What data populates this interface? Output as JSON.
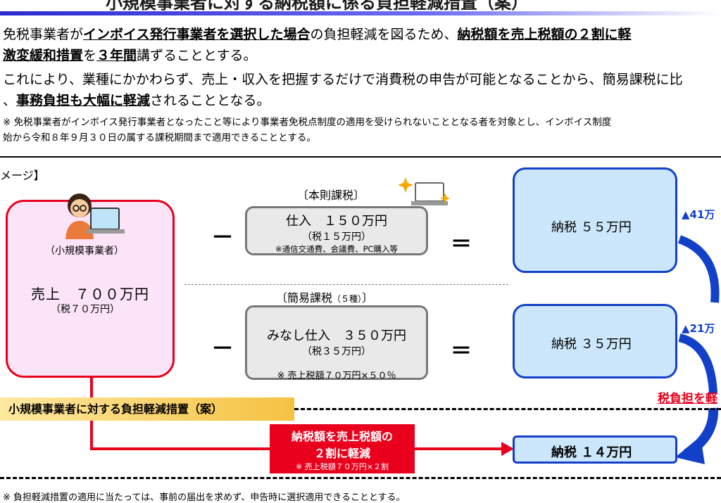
{
  "title": "小規模事業者に対する納税額に係る負担軽減措置（案）",
  "para1": {
    "line1_a": "免税事業者が",
    "line1_b": "インボイス発行事業者を選択した場合",
    "line1_c": "の負担軽減を図るため、",
    "line1_d": "納税額を売上税額の２割に軽",
    "line2_a": "激変緩和措置",
    "line2_b": "を",
    "line2_c": "３年間",
    "line2_d": "講ずることとする。"
  },
  "para2": {
    "line1": "これにより、業種にかかわらず、売上・収入を把握するだけで消費税の申告が可能となることから、簡易課税に比",
    "line2_a": "、",
    "line2_b": "事務負担も大幅に軽減",
    "line2_c": "されることとなる。"
  },
  "note": {
    "line1": "※ 免税事業者がインボイス発行事業者となったこと等により事業者免税点制度の適用を受けられないこととなる者を対象とし、インボイス制度",
    "line2": "始から令和８年９月３０日の属する課税期間まで適用できることとする。"
  },
  "image_label": "メージ】",
  "buyer": {
    "label": "（小規模事業者）",
    "sales": "売上　７００万円",
    "sales_tax": "（税７０万円）"
  },
  "honsoku": {
    "label": "〔本則課税〕",
    "purchase": "仕入　１５０万円",
    "tax": "（税１５万円）",
    "detail": "※通信交通費、会議費、PC購入等",
    "result": "納税 ５５万円",
    "diff": "▲41万"
  },
  "kani": {
    "label": "〔簡易課税",
    "label_small": "（５種）",
    "label_end": "〕",
    "purchase": "みなし仕入　３５０万円",
    "tax": "（税３５万円）",
    "detail": "※ 売上税額７０万円×５０％",
    "result": "納税 ３５万円",
    "diff": "▲21万"
  },
  "operators": {
    "minus": "－",
    "equals": "＝"
  },
  "measure_label": "小規模事業者に対する負担軽減措置（案）",
  "reduction": {
    "line1": "納税額を売上税額の",
    "line2": "２割に軽減",
    "detail": "※ 売上税額７０万円×２割"
  },
  "final_result": "納税 １４万円",
  "burden_label": "税負担を軽",
  "footer": "※ 負担軽減措置の適用に当たっては、事前の届出を求めず、申告時に選択適用できることとする。",
  "colors": {
    "red": "#e8001c",
    "blue": "#1340c8",
    "light_blue": "#cce7fb",
    "pink": "#fce4f8"
  }
}
